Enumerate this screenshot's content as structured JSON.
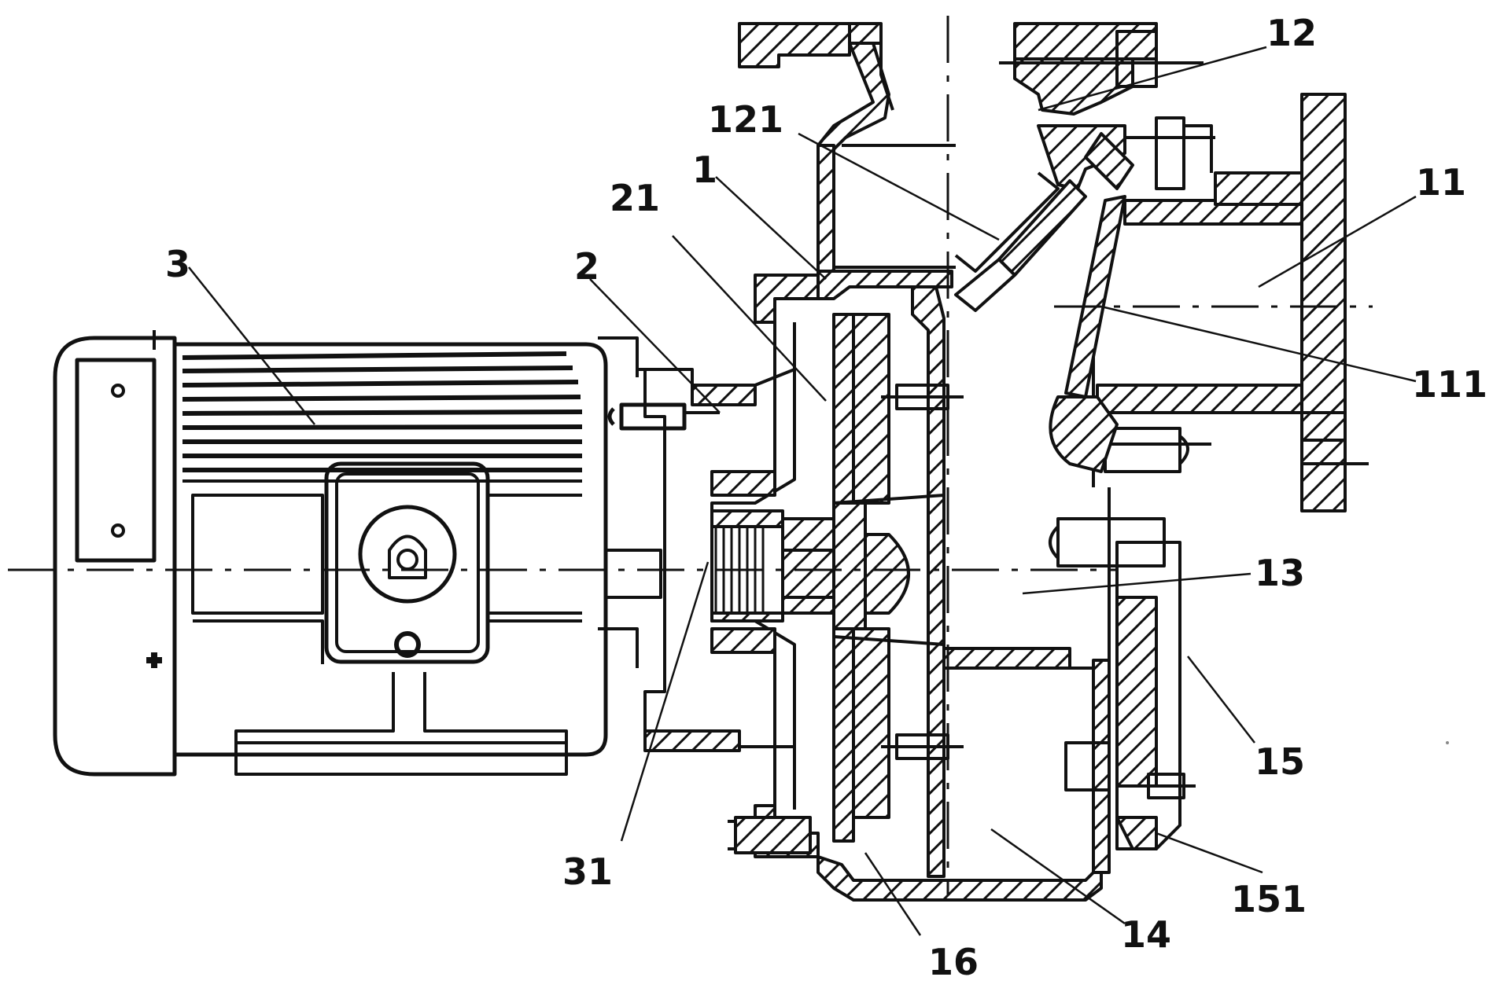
{
  "figure": {
    "labels": {
      "l12": "12",
      "l121": "121",
      "l1": "1",
      "l21": "21",
      "l11": "11",
      "l3": "3",
      "l2": "2",
      "l111": "111",
      "l13": "13",
      "l15": "15",
      "l31": "31",
      "l151": "151",
      "l14": "14",
      "l16": "16"
    },
    "colors": {
      "line": "#111111",
      "background": "#ffffff"
    }
  }
}
